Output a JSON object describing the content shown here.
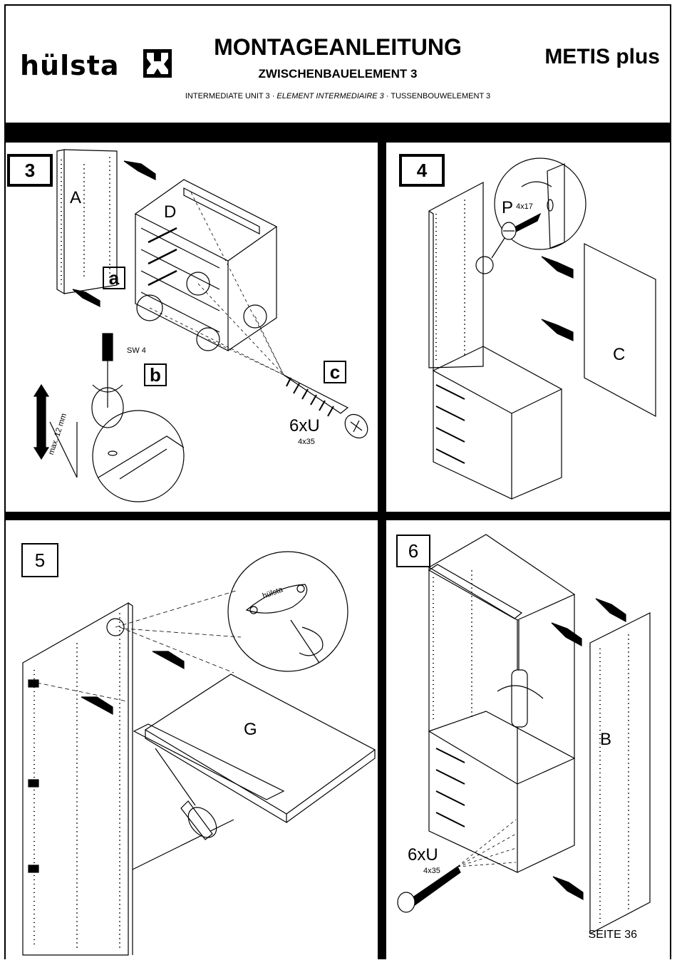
{
  "header": {
    "brand": "hülsta",
    "title": "MONTAGEANLEITUNG",
    "subtitle": "ZWISCHENBAUELEMENT 3",
    "translations": {
      "en": "INTERMEDIATE UNIT 3",
      "fr": "ELEMENT INTERMEDIAIRE 3",
      "nl": "TUSSENBOUWELEMENT 3",
      "separator": "·"
    },
    "product": "METIS plus"
  },
  "steps": [
    {
      "number": "3",
      "labels": {
        "a_upper": "A",
        "d_upper": "D",
        "a": "a",
        "b": "b",
        "c": "c"
      },
      "tool": "SW 4",
      "dimension": "max. 12 mm",
      "screw_qty": "6xU",
      "screw_size": "4x35"
    },
    {
      "number": "4",
      "screw_label": "P",
      "screw_size": "4x17",
      "part": "C"
    },
    {
      "number": "5",
      "part": "G",
      "hardware_brand": "hülsta"
    },
    {
      "number": "6",
      "part": "B",
      "screw_qty": "6xU",
      "screw_size": "4x35"
    }
  ],
  "footer": {
    "page": "SEITE 36"
  }
}
